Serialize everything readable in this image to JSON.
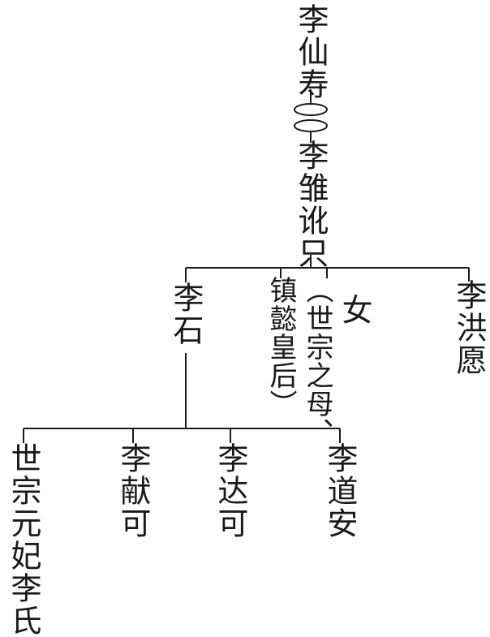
{
  "tree": {
    "ancestor": "李仙寿",
    "spouse": "李雏讹只",
    "children": {
      "li_shi": "李石",
      "daughter_title": "镇懿皇后）",
      "daughter_note": "（世宗之母、",
      "daughter": "女",
      "li_hongyuan": "李洪愿"
    },
    "grandchildren": {
      "consort": "世宗元妃李氏",
      "li_xianke": "李献可",
      "li_dake": "李达可",
      "li_daoan": "李道安"
    }
  },
  "marriage_symbol": "double-ring-icon",
  "line_color": "#1a1a1a"
}
